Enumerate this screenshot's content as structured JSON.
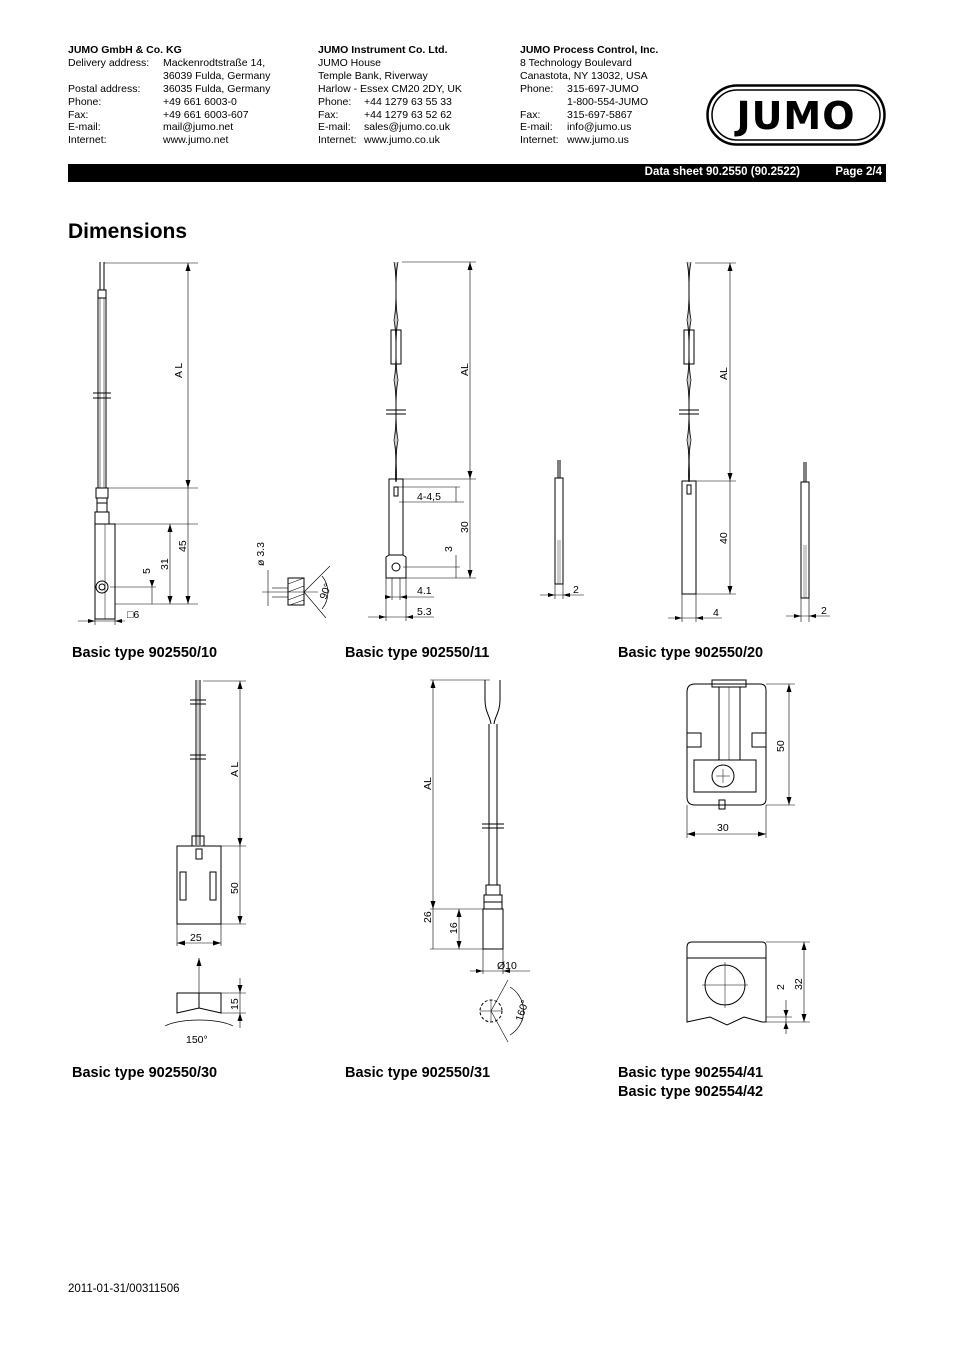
{
  "header": {
    "companies": [
      {
        "name": "JUMO GmbH & Co. KG",
        "rows": [
          {
            "label": "Delivery address:",
            "value": "Mackenrodtstraße 14,"
          },
          {
            "label": "",
            "value": "36039 Fulda, Germany"
          },
          {
            "label": "Postal address:",
            "value": "36035 Fulda, Germany"
          },
          {
            "label": "Phone:",
            "value": "+49 661 6003-0"
          },
          {
            "label": "Fax:",
            "value": "+49 661 6003-607"
          },
          {
            "label": "E-mail:",
            "value": "mail@jumo.net"
          },
          {
            "label": "Internet:",
            "value": "www.jumo.net"
          }
        ]
      },
      {
        "name": "JUMO Instrument Co. Ltd.",
        "lines": [
          "JUMO House",
          "Temple Bank, Riverway",
          "Harlow - Essex CM20 2DY, UK"
        ],
        "rows": [
          {
            "label": "Phone:",
            "value": "+44 1279 63 55 33"
          },
          {
            "label": "Fax:",
            "value": "+44 1279 63 52 62"
          },
          {
            "label": "E-mail:",
            "value": "sales@jumo.co.uk"
          },
          {
            "label": "Internet:",
            "value": "www.jumo.co.uk"
          }
        ]
      },
      {
        "name": "JUMO Process Control, Inc.",
        "lines": [
          "8 Technology Boulevard",
          "Canastota, NY 13032, USA"
        ],
        "rows": [
          {
            "label": "Phone:",
            "value": "315-697-JUMO"
          },
          {
            "label": "",
            "value": "1-800-554-JUMO"
          },
          {
            "label": "Fax:",
            "value": "315-697-5867"
          },
          {
            "label": "E-mail:",
            "value": "info@jumo.us"
          },
          {
            "label": "Internet:",
            "value": "www.jumo.us"
          }
        ]
      }
    ],
    "logo_text": "JUMO",
    "data_sheet": "Data sheet 90.2550 (90.2522)",
    "page": "Page 2/4"
  },
  "section_title": "Dimensions",
  "drawings": {
    "d10": {
      "al": "A L",
      "d45": "45",
      "d31": "31",
      "d5": "5",
      "sq6": "□6",
      "dia": "ø 3.3",
      "ang": "90°"
    },
    "d11": {
      "al": "AL",
      "d45r": "4-4,5",
      "d30": "30",
      "d3": "3",
      "d41": "4.1",
      "d53": "5.3",
      "d2": "2"
    },
    "d20": {
      "al": "AL",
      "d40": "40",
      "d4": "4",
      "d2": "2"
    },
    "d30": {
      "al": "A L",
      "d50": "50",
      "d25": "25",
      "d15": "15",
      "ang": "150°"
    },
    "d31": {
      "al": "AL",
      "d26": "26",
      "d16": "16",
      "dia": "Ø10",
      "ang": "160°"
    },
    "d41": {
      "d50": "50",
      "d30": "30",
      "d32": "32",
      "d2": "2"
    }
  },
  "captions": {
    "c10": "Basic type 902550/10",
    "c11": "Basic type 902550/11",
    "c20": "Basic type 902550/20",
    "c30": "Basic type 902550/30",
    "c31": "Basic type 902550/31",
    "c41": "Basic type 902554/41",
    "c42": "Basic type 902554/42"
  },
  "footer": "2011-01-31/00311506"
}
